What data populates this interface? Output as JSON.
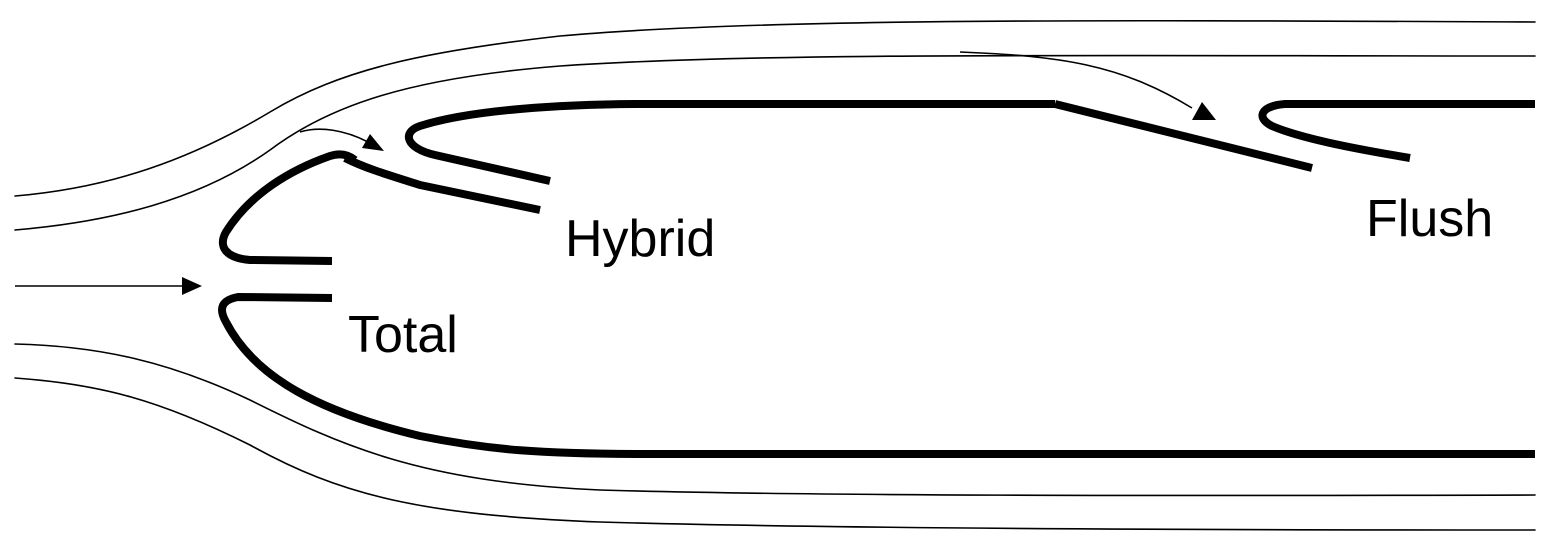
{
  "labels": {
    "total": "Total",
    "hybrid": "Hybrid",
    "flush": "Flush"
  },
  "colors": {
    "line": "#000000",
    "background": "#ffffff"
  }
}
